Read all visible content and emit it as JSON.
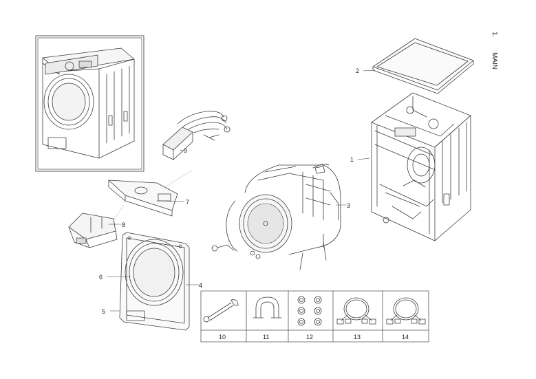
{
  "header": {
    "number": "1.",
    "title": "MAIN"
  },
  "callouts": [
    "1",
    "2",
    "3",
    "4",
    "5",
    "6",
    "7",
    "8",
    "9"
  ],
  "accessories": {
    "labels": [
      "10",
      "11",
      "12",
      "13",
      "14"
    ],
    "icons": [
      "spanner-icon",
      "hose-guide-icon",
      "cap-set-icon",
      "water-hose-icon",
      "water-hose-icon"
    ]
  },
  "colors": {
    "line": "#3a3a3a",
    "fill_light": "#f2f2f2",
    "fill_mid": "#d8d8d8"
  }
}
